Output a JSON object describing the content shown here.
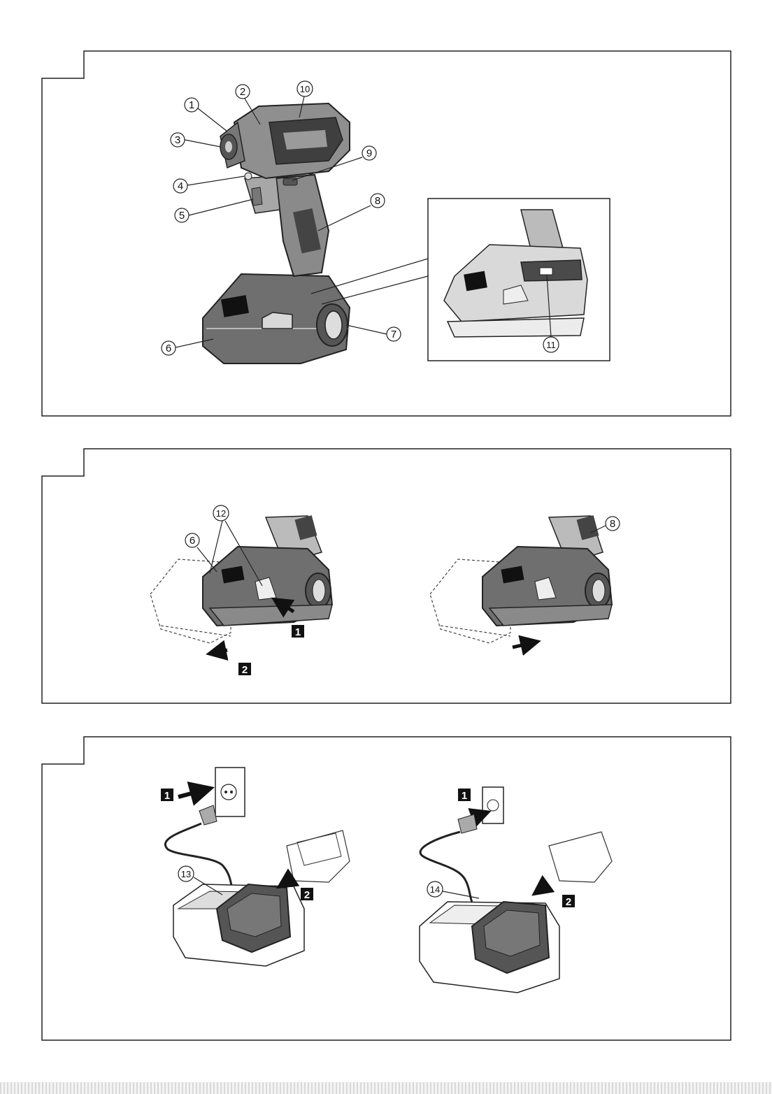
{
  "figure1": {
    "callouts": [
      "1",
      "2",
      "3",
      "4",
      "5",
      "6",
      "7",
      "8",
      "9",
      "10",
      "11"
    ]
  },
  "figure2": {
    "callouts": [
      "12",
      "6",
      "8"
    ],
    "steps": [
      "1",
      "2"
    ]
  },
  "figure3": {
    "callouts": [
      "13",
      "14"
    ],
    "steps": [
      "1",
      "2",
      "1",
      "2"
    ]
  }
}
